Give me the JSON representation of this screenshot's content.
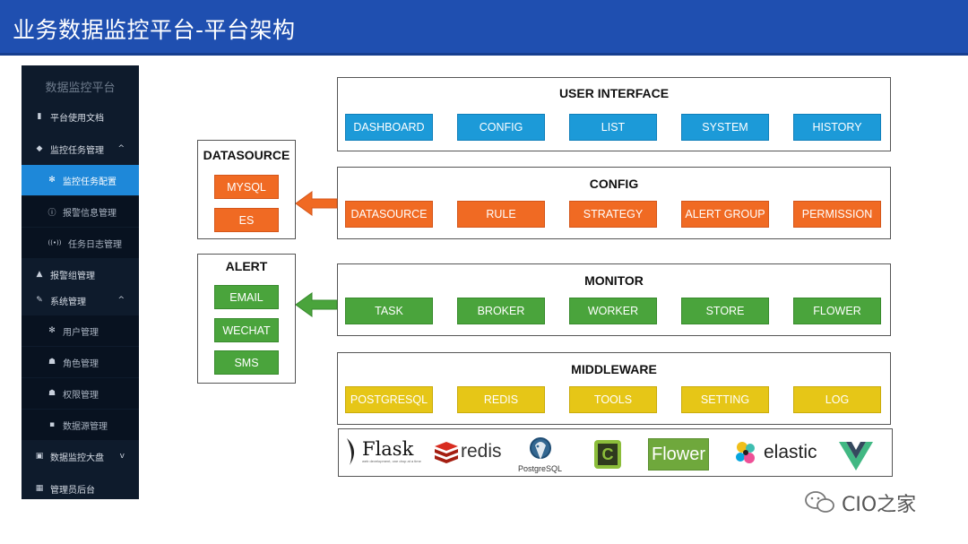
{
  "title": "业务数据监控平台-平台架构",
  "sidebar": {
    "brand": "数据监控平台",
    "items": [
      {
        "icon": "book-icon",
        "glyph": "▮",
        "label": "平台使用文档"
      },
      {
        "icon": "layers-icon",
        "glyph": "◆",
        "label": "监控任务管理",
        "caret": "^"
      },
      {
        "icon": "gear-icon",
        "glyph": "✻",
        "label": "监控任务配置"
      },
      {
        "icon": "info-icon",
        "glyph": "ⓘ",
        "label": "报警信息管理"
      },
      {
        "icon": "signal-icon",
        "glyph": "((•))",
        "label": "任务日志管理"
      },
      {
        "icon": "bell-icon",
        "glyph": "▲",
        "label": "报警组管理"
      },
      {
        "icon": "wrench-icon",
        "glyph": "✎",
        "label": "系统管理",
        "caret": "^"
      },
      {
        "icon": "gear-icon",
        "glyph": "✻",
        "label": "用户管理"
      },
      {
        "icon": "users-icon",
        "glyph": "☗",
        "label": "角色管理"
      },
      {
        "icon": "users-icon",
        "glyph": "☗",
        "label": "权限管理"
      },
      {
        "icon": "lock-icon",
        "glyph": "▪",
        "label": "数据源管理"
      },
      {
        "icon": "dashboard-icon",
        "glyph": "▣",
        "label": "数据监控大盘",
        "caret": "v"
      },
      {
        "icon": "grid-icon",
        "glyph": "▦",
        "label": "管理员后台"
      }
    ]
  },
  "diagram": {
    "user_interface": {
      "title": "USER INTERFACE",
      "items": [
        "DASHBOARD",
        "CONFIG",
        "LIST",
        "SYSTEM",
        "HISTORY"
      ]
    },
    "config": {
      "title": "CONFIG",
      "items": [
        "DATASOURCE",
        "RULE",
        "STRATEGY",
        "ALERT GROUP",
        "PERMISSION"
      ]
    },
    "monitor": {
      "title": "MONITOR",
      "items": [
        "TASK",
        "BROKER",
        "WORKER",
        "STORE",
        "FLOWER"
      ]
    },
    "middleware": {
      "title": "MIDDLEWARE",
      "items": [
        "POSTGRESQL",
        "REDIS",
        "TOOLS",
        "SETTING",
        "LOG"
      ]
    },
    "datasource": {
      "title": "DATASOURCE",
      "items": [
        "MYSQL",
        "ES"
      ]
    },
    "alert": {
      "title": "ALERT",
      "items": [
        "EMAIL",
        "WECHAT",
        "SMS"
      ]
    }
  },
  "logos": {
    "flask": "Flask",
    "flask_tagline": "web development, one drop at a time",
    "redis": "redis",
    "postgres": "PostgreSQL",
    "celery": "C",
    "flower": "Flower",
    "elastic": "elastic",
    "vue": "vue-logo"
  },
  "colors": {
    "title_bar": "#1f4fb0",
    "sidebar_bg": "#0e1b2c",
    "sidebar_active": "#1e88d9",
    "blue": "#1c9ad8",
    "orange": "#f06a23",
    "green": "#4aa43c",
    "yellow": "#e6c617"
  },
  "watermark": "CIO之家"
}
